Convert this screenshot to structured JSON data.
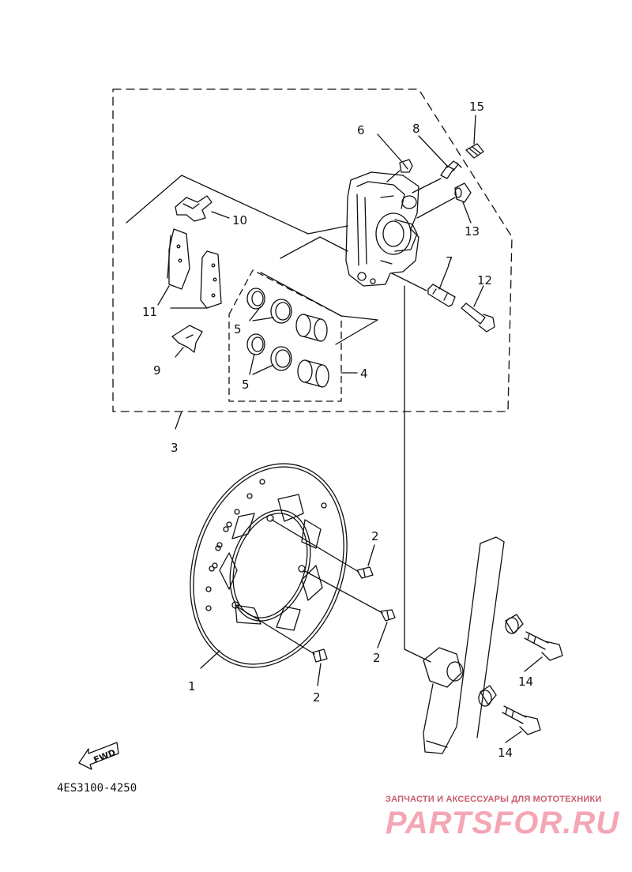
{
  "diagram": {
    "callouts": {
      "c1": "1",
      "c2a": "2",
      "c2b": "2",
      "c2c": "2",
      "c3": "3",
      "c4": "4",
      "c5a": "5",
      "c5b": "5",
      "c6": "6",
      "c7": "7",
      "c8": "8",
      "c9": "9",
      "c10": "10",
      "c11": "11",
      "c12": "12",
      "c13": "13",
      "c14a": "14",
      "c14b": "14",
      "c15": "15"
    },
    "fwd_label": "FWD",
    "diagram_code": "4ES3100-4250"
  },
  "watermark": {
    "tagline": "ЗАПЧАСТИ И АКСЕССУАРЫ ДЛЯ МОТОТЕХНИКИ",
    "brand": "PARTSFOR.RU"
  },
  "colors": {
    "ink": "#111111",
    "watermark_text": "#c95d6e",
    "watermark_logo": "#f4a6b4"
  }
}
